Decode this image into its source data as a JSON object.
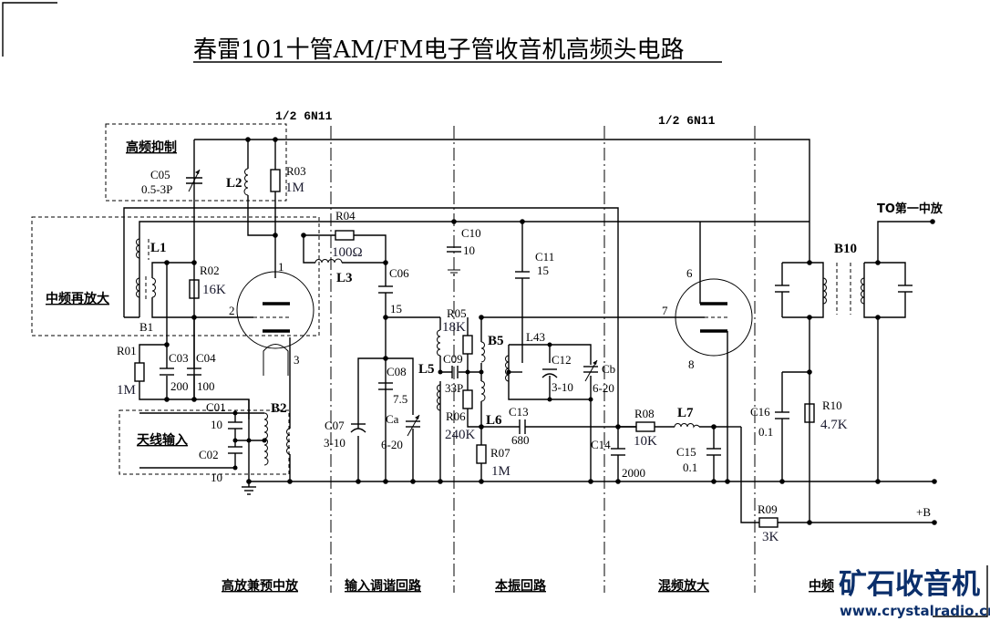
{
  "title": "春雷101十管AM/FM电子管收音机高频头电路",
  "tube_labels": [
    "1/2 6N11",
    "1/2 6N11"
  ],
  "section_boxes": {
    "hf_suppress": "高频抑制",
    "if_reamp": "中频再放大",
    "antenna_in": "天线输入"
  },
  "output_label": "TO第一中放",
  "supply_label": "+B",
  "pins": {
    "p1": "1",
    "p2": "2",
    "p3": "3",
    "p6": "6",
    "p7": "7",
    "p8": "8"
  },
  "components": {
    "C05": {
      "ref": "C05",
      "value": "0.5-3P"
    },
    "L2": {
      "ref": "L2"
    },
    "R03": {
      "ref": "R03",
      "value": "1M"
    },
    "L1": {
      "ref": "L1"
    },
    "B1": {
      "ref": "B1"
    },
    "R02": {
      "ref": "R02",
      "value": "16K"
    },
    "R01": {
      "ref": "R01",
      "value": "1M"
    },
    "C03": {
      "ref": "C03",
      "value": "200"
    },
    "C04": {
      "ref": "C04",
      "value": "100"
    },
    "C01": {
      "ref": "C01",
      "value": "10"
    },
    "C02": {
      "ref": "C02",
      "value": "10"
    },
    "B2": {
      "ref": "B2"
    },
    "R04": {
      "ref": "R04",
      "value": "100Ω"
    },
    "L3": {
      "ref": "L3"
    },
    "C06": {
      "ref": "C06",
      "value": "15"
    },
    "C10": {
      "ref": "C10",
      "value": "10"
    },
    "C11": {
      "ref": "C11",
      "value": "15"
    },
    "C07": {
      "ref": "C07",
      "value": "3-10"
    },
    "C08": {
      "ref": "C08",
      "value": "7.5"
    },
    "Ca": {
      "ref": "Ca",
      "value": "6-20"
    },
    "R05": {
      "ref": "R05",
      "value": "18K"
    },
    "L5": {
      "ref": "L5"
    },
    "C09": {
      "ref": "C09",
      "value": "33P"
    },
    "R06": {
      "ref": "R06",
      "value": "240K"
    },
    "B5": {
      "ref": "B5"
    },
    "L43": {
      "ref": "L43"
    },
    "C12": {
      "ref": "C12",
      "value": "3-10"
    },
    "Cb": {
      "ref": "Cb",
      "value": "6-20"
    },
    "L6": {
      "ref": "L6"
    },
    "C13": {
      "ref": "C13",
      "value": "680"
    },
    "R07": {
      "ref": "R07",
      "value": "1M"
    },
    "C14": {
      "ref": "C14",
      "value": "2000"
    },
    "R08": {
      "ref": "R08",
      "value": "10K"
    },
    "L7": {
      "ref": "L7"
    },
    "C15": {
      "ref": "C15",
      "value": "0.1"
    },
    "C16": {
      "ref": "C16",
      "value": "0.1"
    },
    "R10": {
      "ref": "R10",
      "value": "4.7K"
    },
    "R09": {
      "ref": "R09",
      "value": "3K"
    },
    "B10": {
      "ref": "B10"
    }
  },
  "bottom_sections": [
    "高放兼预中放",
    "输入调谐回路",
    "本振回路",
    "混频放大",
    "中频"
  ],
  "watermark": {
    "name": "矿石收音机",
    "url": "www.crystalradio.cn"
  }
}
